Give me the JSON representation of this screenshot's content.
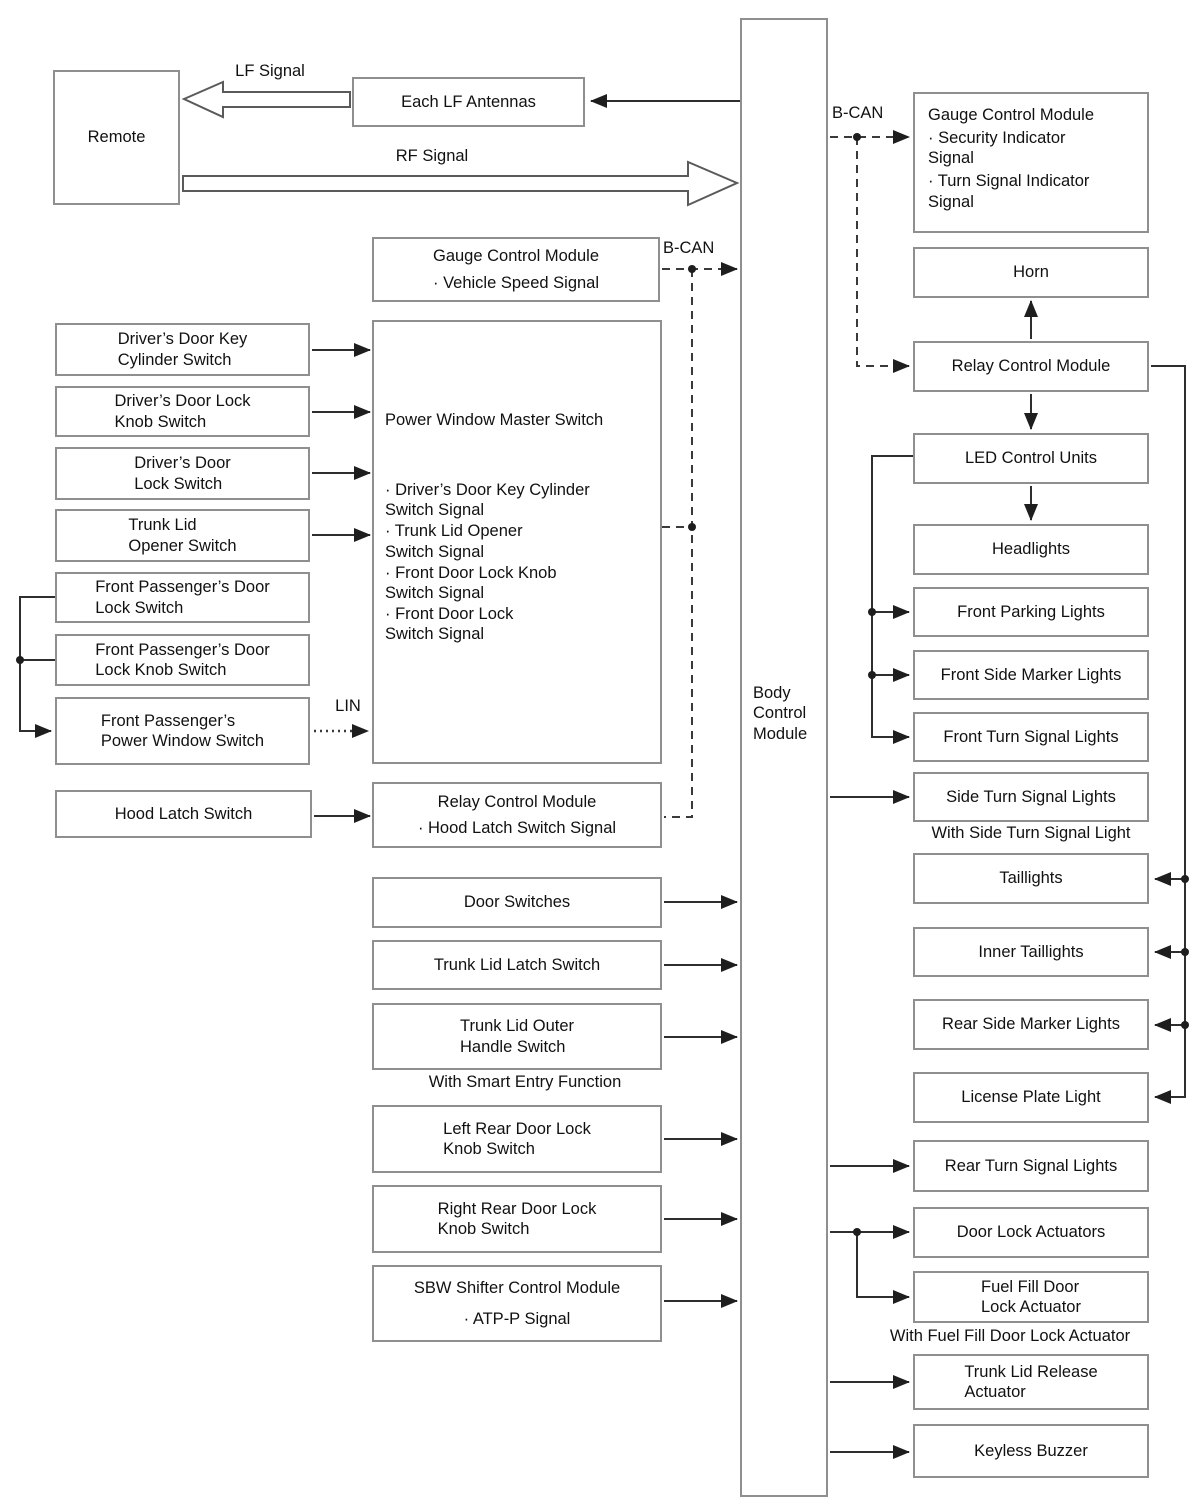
{
  "colors": {
    "background": "#ffffff",
    "box_border": "#8f8f8f",
    "line": "#2e2e2e",
    "text": "#111111"
  },
  "labels": {
    "lf_signal": "LF Signal",
    "rf_signal": "RF Signal",
    "b_can_mid": "B-CAN",
    "b_can_right": "B-CAN",
    "lin": "LIN"
  },
  "captions": {
    "smart_entry": "With Smart Entry Function",
    "side_turn": "With Side Turn Signal Light",
    "fuel_fill": "With Fuel Fill Door Lock Actuator"
  },
  "boxes": {
    "remote": {
      "label": "Remote"
    },
    "each_lf_antennas": {
      "label": "Each LF Antennas"
    },
    "gauge_speed": {
      "title": "Gauge Control Module",
      "bullet": "· Vehicle Speed Signal"
    },
    "driver_key_cylinder": {
      "label": "Driver’s Door Key\nCylinder Switch"
    },
    "driver_lock_knob": {
      "label": "Driver’s Door Lock\nKnob Switch"
    },
    "driver_lock": {
      "label": "Driver’s Door\nLock Switch"
    },
    "trunk_opener": {
      "label": "Trunk Lid\nOpener Switch"
    },
    "fp_lock": {
      "label": "Front Passenger’s Door\nLock Switch"
    },
    "fp_lock_knob": {
      "label": "Front Passenger’s Door\nLock Knob Switch"
    },
    "fp_power_window": {
      "label": "Front Passenger’s\nPower Window Switch"
    },
    "pwms": {
      "title": "Power Window Master Switch",
      "bullets": [
        "· Driver’s Door Key Cylinder\nSwitch Signal",
        "· Trunk Lid Opener\nSwitch Signal",
        "· Front Door Lock Knob\nSwitch Signal",
        "· Front Door Lock\nSwitch Signal"
      ]
    },
    "hood_latch": {
      "label": "Hood Latch Switch"
    },
    "relay_hood": {
      "title": "Relay Control Module",
      "bullet": "· Hood Latch Switch Signal"
    },
    "door_switches": {
      "label": "Door Switches"
    },
    "trunk_latch": {
      "label": "Trunk Lid Latch Switch"
    },
    "trunk_outer_handle": {
      "label": "Trunk Lid Outer\nHandle Switch"
    },
    "left_rear_lock_knob": {
      "label": "Left Rear Door Lock\nKnob Switch"
    },
    "right_rear_lock_knob": {
      "label": "Right Rear Door Lock\nKnob Switch"
    },
    "sbw_shifter": {
      "title": "SBW Shifter Control Module",
      "bullet": "· ATP-P Signal"
    },
    "bcm": {
      "label": "Body Control Module"
    },
    "gauge_indicators": {
      "title": "Gauge Control Module",
      "bullets": [
        "· Security Indicator\nSignal",
        "· Turn Signal Indicator\nSignal"
      ]
    },
    "horn": {
      "label": "Horn"
    },
    "relay_right": {
      "label": "Relay Control Module"
    },
    "led_units": {
      "label": "LED Control Units"
    },
    "headlights": {
      "label": "Headlights"
    },
    "front_parking": {
      "label": "Front Parking Lights"
    },
    "front_side_marker": {
      "label": "Front Side Marker Lights"
    },
    "front_turn": {
      "label": "Front Turn Signal Lights"
    },
    "side_turn": {
      "label": "Side Turn Signal Lights"
    },
    "taillights": {
      "label": "Taillights"
    },
    "inner_taillights": {
      "label": "Inner Taillights"
    },
    "rear_side_marker": {
      "label": "Rear Side Marker Lights"
    },
    "license_plate": {
      "label": "License Plate Light"
    },
    "rear_turn": {
      "label": "Rear Turn Signal Lights"
    },
    "door_lock_actuators": {
      "label": "Door Lock Actuators"
    },
    "fuel_fill_actuator": {
      "label": "Fuel Fill Door\nLock Actuator"
    },
    "trunk_release_actuator": {
      "label": "Trunk Lid Release\nActuator"
    },
    "keyless_buzzer": {
      "label": "Keyless Buzzer"
    }
  }
}
